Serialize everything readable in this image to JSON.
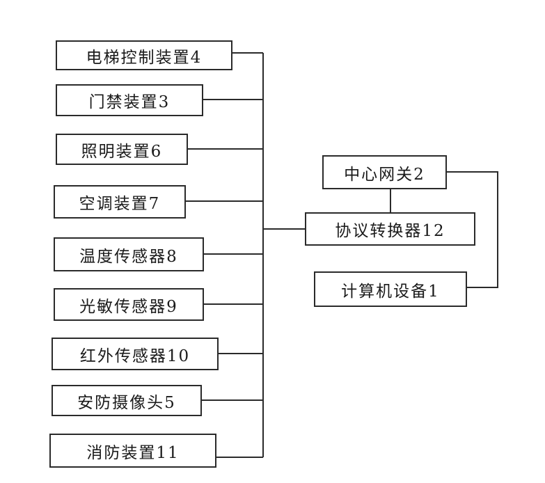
{
  "devices": {
    "elevator": "电梯控制装置4",
    "access": "门禁装置3",
    "lighting": "照明装置6",
    "ac": "空调装置7",
    "temp_sensor": "温度传感器8",
    "light_sensor": "光敏传感器9",
    "ir_sensor": "红外传感器10",
    "camera": "安防摄像头5",
    "fire": "消防装置11"
  },
  "gateway": "中心网关2",
  "protocol_converter": "协议转换器12",
  "computer": "计算机设备1",
  "colors": {
    "line": "#2a2a2a",
    "text": "#1a1a1a",
    "background": "#ffffff"
  }
}
